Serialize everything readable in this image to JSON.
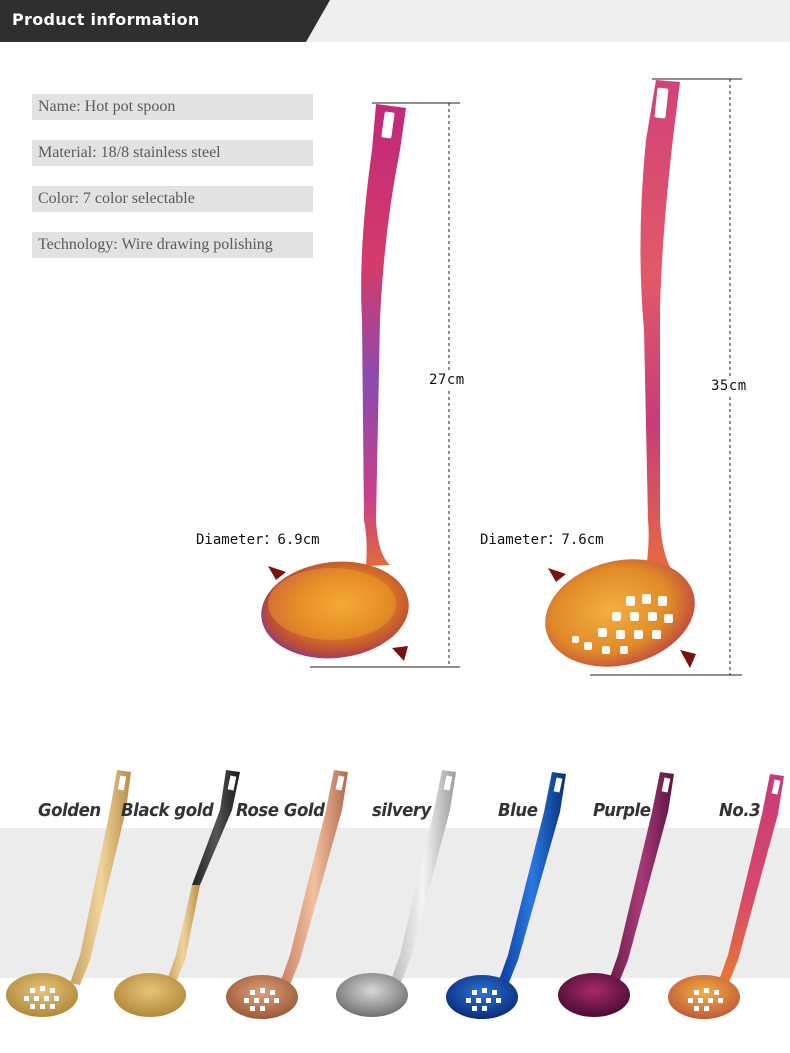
{
  "header": {
    "title": "Product information"
  },
  "specs": [
    "Name: Hot pot spoon",
    "Material: 18/8 stainless steel",
    "Color: 7 color selectable",
    "Technology: Wire drawing polishing"
  ],
  "spoon_small": {
    "length": "27cm",
    "diameter": "Diameter：6.9cm"
  },
  "spoon_large": {
    "length": "35cm",
    "diameter": "Diameter：7.6cm"
  },
  "colors": [
    "Golden",
    "Black gold",
    "Rose Gold",
    "silvery",
    "Blue",
    "Purple",
    "No.3"
  ],
  "palette": {
    "header": "#2f2f2f",
    "arrow": "#7a1010",
    "band": "#ececec"
  }
}
